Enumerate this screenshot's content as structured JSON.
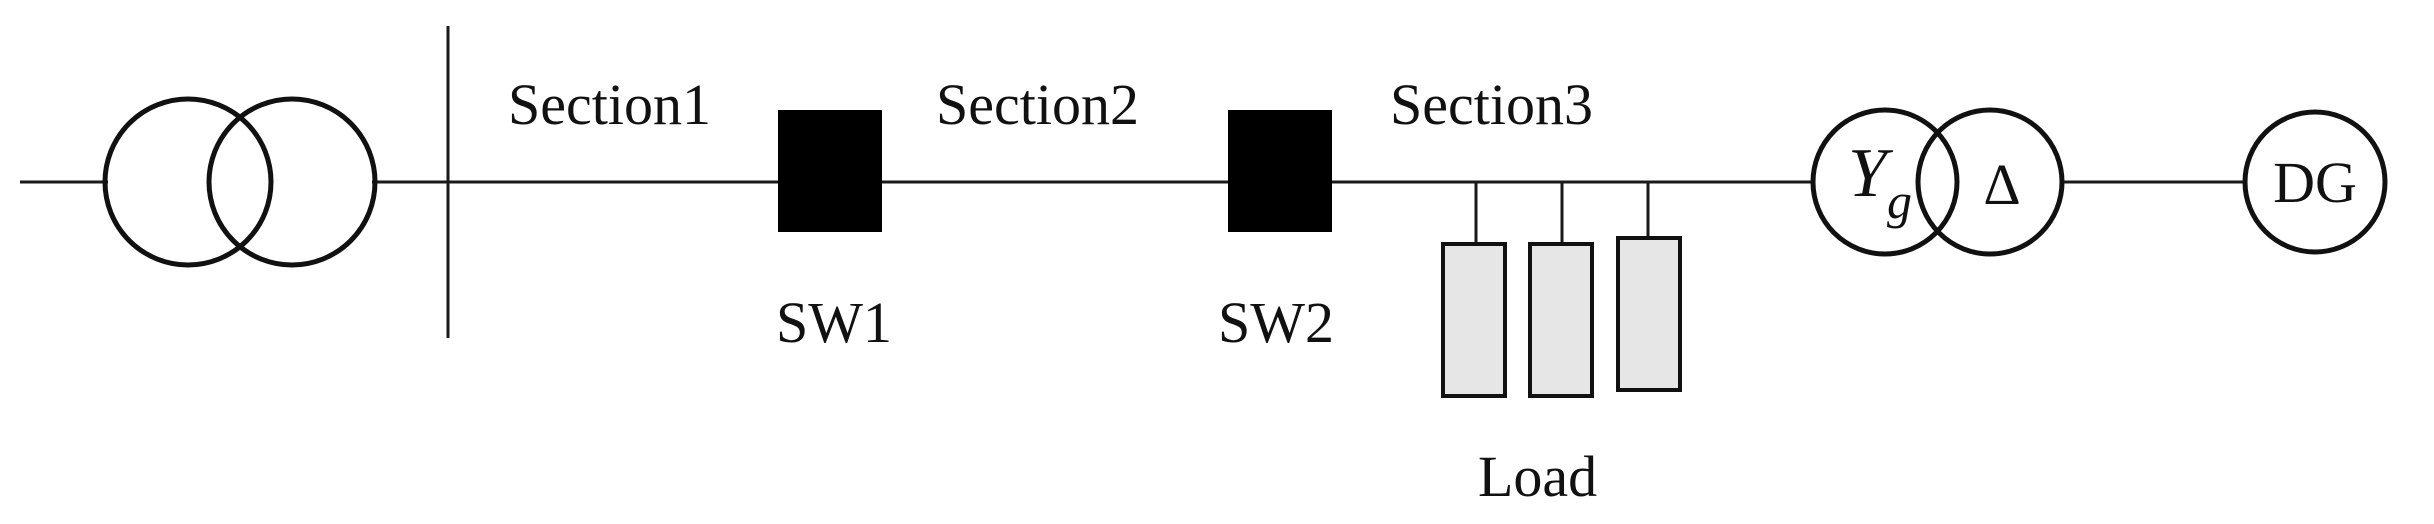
{
  "labels": {
    "section1": "Section1",
    "section2": "Section2",
    "section3": "Section3",
    "sw1": "SW1",
    "sw2": "SW2",
    "load": "Load",
    "yg_main": "Y",
    "yg_sub": "g",
    "delta": "Δ",
    "dg": "DG"
  },
  "colors": {
    "line": "#1a1a1a",
    "switch_fill": "#000000",
    "load_fill": "#e6e6e6"
  }
}
